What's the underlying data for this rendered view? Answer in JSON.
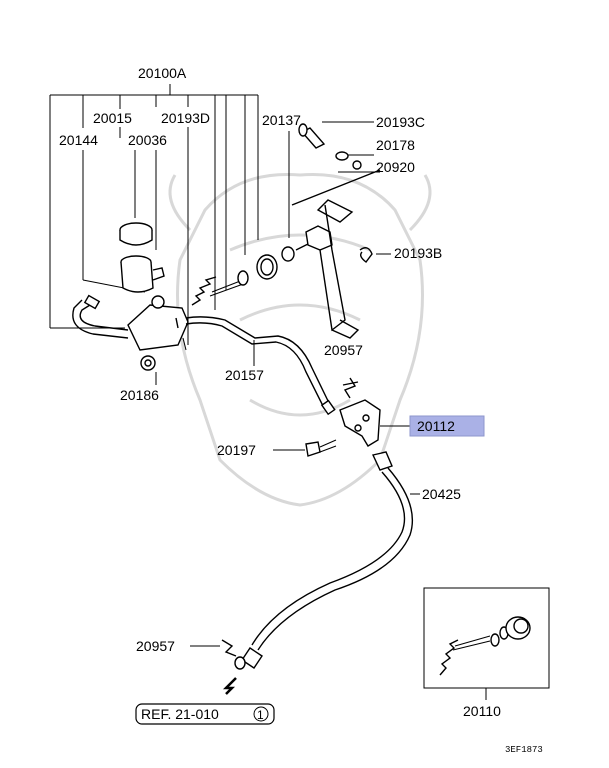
{
  "diagram": {
    "parts": {
      "p20100A": "20100A",
      "p20015": "20015",
      "p20193D": "20193D",
      "p20144": "20144",
      "p20036": "20036",
      "p20137": "20137",
      "p20193C": "20193C",
      "p20178": "20178",
      "p20920": "20920",
      "p20193B": "20193B",
      "p20957a": "20957",
      "p20157": "20157",
      "p20186": "20186",
      "p20112": "20112",
      "p20197": "20197",
      "p20425": "20425",
      "p20957b": "20957",
      "p20110": "20110"
    },
    "ref_label": "REF. 21-010",
    "ref_number": "1",
    "code": "3EF1873",
    "highlight_color": "#aab1e6"
  }
}
